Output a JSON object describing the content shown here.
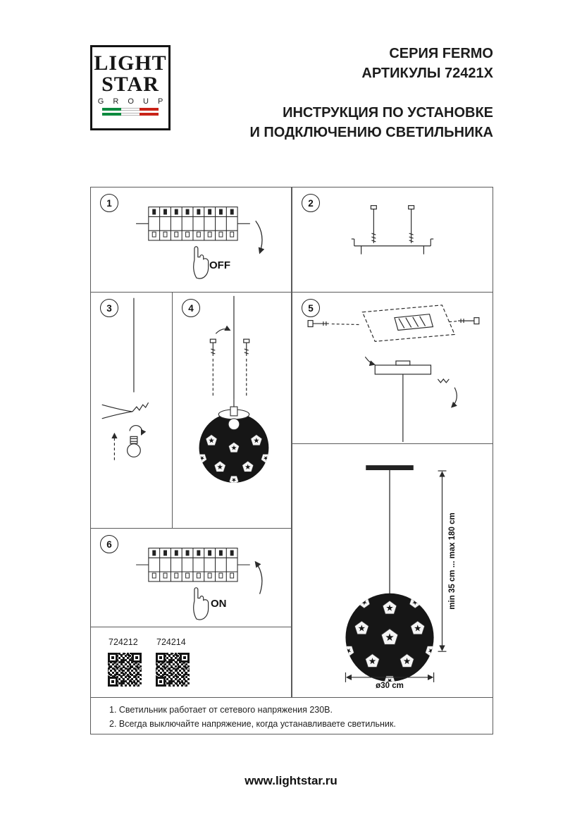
{
  "header": {
    "logo": {
      "word1": "LIGHT",
      "word2": "STAR",
      "word3": "G R O U P"
    },
    "series": "СЕРИЯ FERMO",
    "articles": "АРТИКУЛЫ 72421X",
    "instruction_line1": "ИНСТРУКЦИЯ ПО УСТАНОВКЕ",
    "instruction_line2": "И ПОДКЛЮЧЕНИЮ СВЕТИЛЬНИКА"
  },
  "steps": {
    "s1": {
      "num": "1",
      "label": "OFF"
    },
    "s2": {
      "num": "2"
    },
    "s3": {
      "num": "3"
    },
    "s4": {
      "num": "4"
    },
    "s5": {
      "num": "5"
    },
    "s6": {
      "num": "6",
      "label": "ON"
    }
  },
  "dimensions": {
    "height": "min 35 cm ... max 180 cm",
    "diameter": "ø30 cm"
  },
  "product_codes": {
    "code1": "724212",
    "code2": "724214"
  },
  "notes": {
    "line1": "1. Светильник работает от сетевого напряжения 230В.",
    "line2": "2. Всегда выключайте напряжение, когда устанавливаете светильник."
  },
  "footer": {
    "url": "www.lightstar.ru"
  },
  "colors": {
    "ink": "#2b2b2b",
    "shade_fill": "#161616",
    "flag_green": "#0c8a3e",
    "flag_red": "#c92318"
  }
}
